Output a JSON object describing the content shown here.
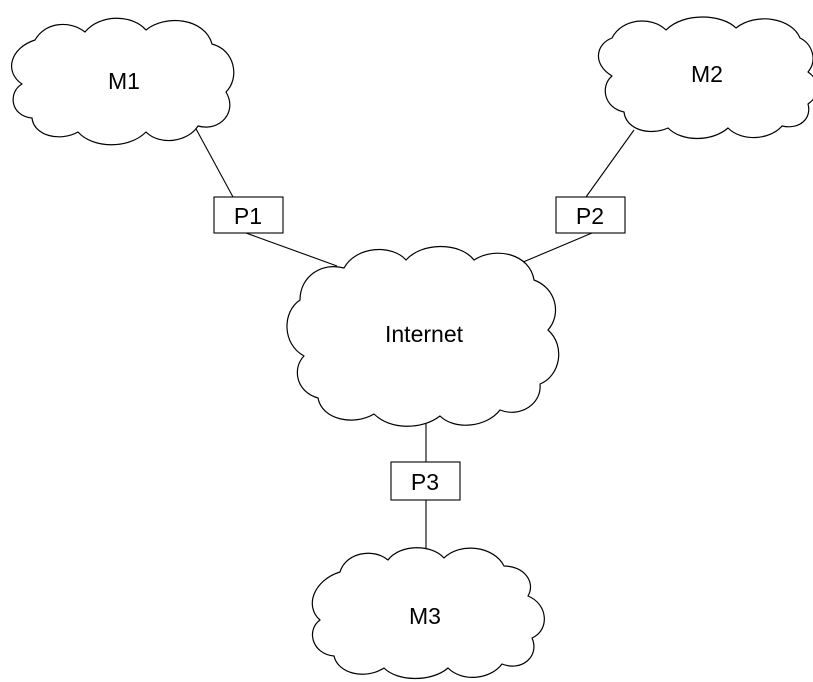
{
  "diagram": {
    "nodes": {
      "m1": {
        "label": "M1"
      },
      "m2": {
        "label": "M2"
      },
      "m3": {
        "label": "M3"
      },
      "internet": {
        "label": "Internet"
      }
    },
    "proxies": {
      "p1": {
        "label": "P1"
      },
      "p2": {
        "label": "P2"
      },
      "p3": {
        "label": "P3"
      }
    },
    "colors": {
      "stroke": "#000000",
      "background": "#ffffff"
    }
  }
}
